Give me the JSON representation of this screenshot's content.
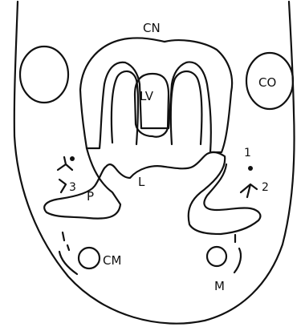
{
  "diagram": {
    "labels": {
      "cn": "CN",
      "lv": "LV",
      "co": "CO",
      "l": "L",
      "p": "P",
      "cm": "CM",
      "m": "M",
      "n1": "1",
      "n2": "2",
      "n3": "3"
    },
    "colors": {
      "ink": "#111111",
      "background": "#ffffff",
      "stipple": "#222222"
    }
  }
}
